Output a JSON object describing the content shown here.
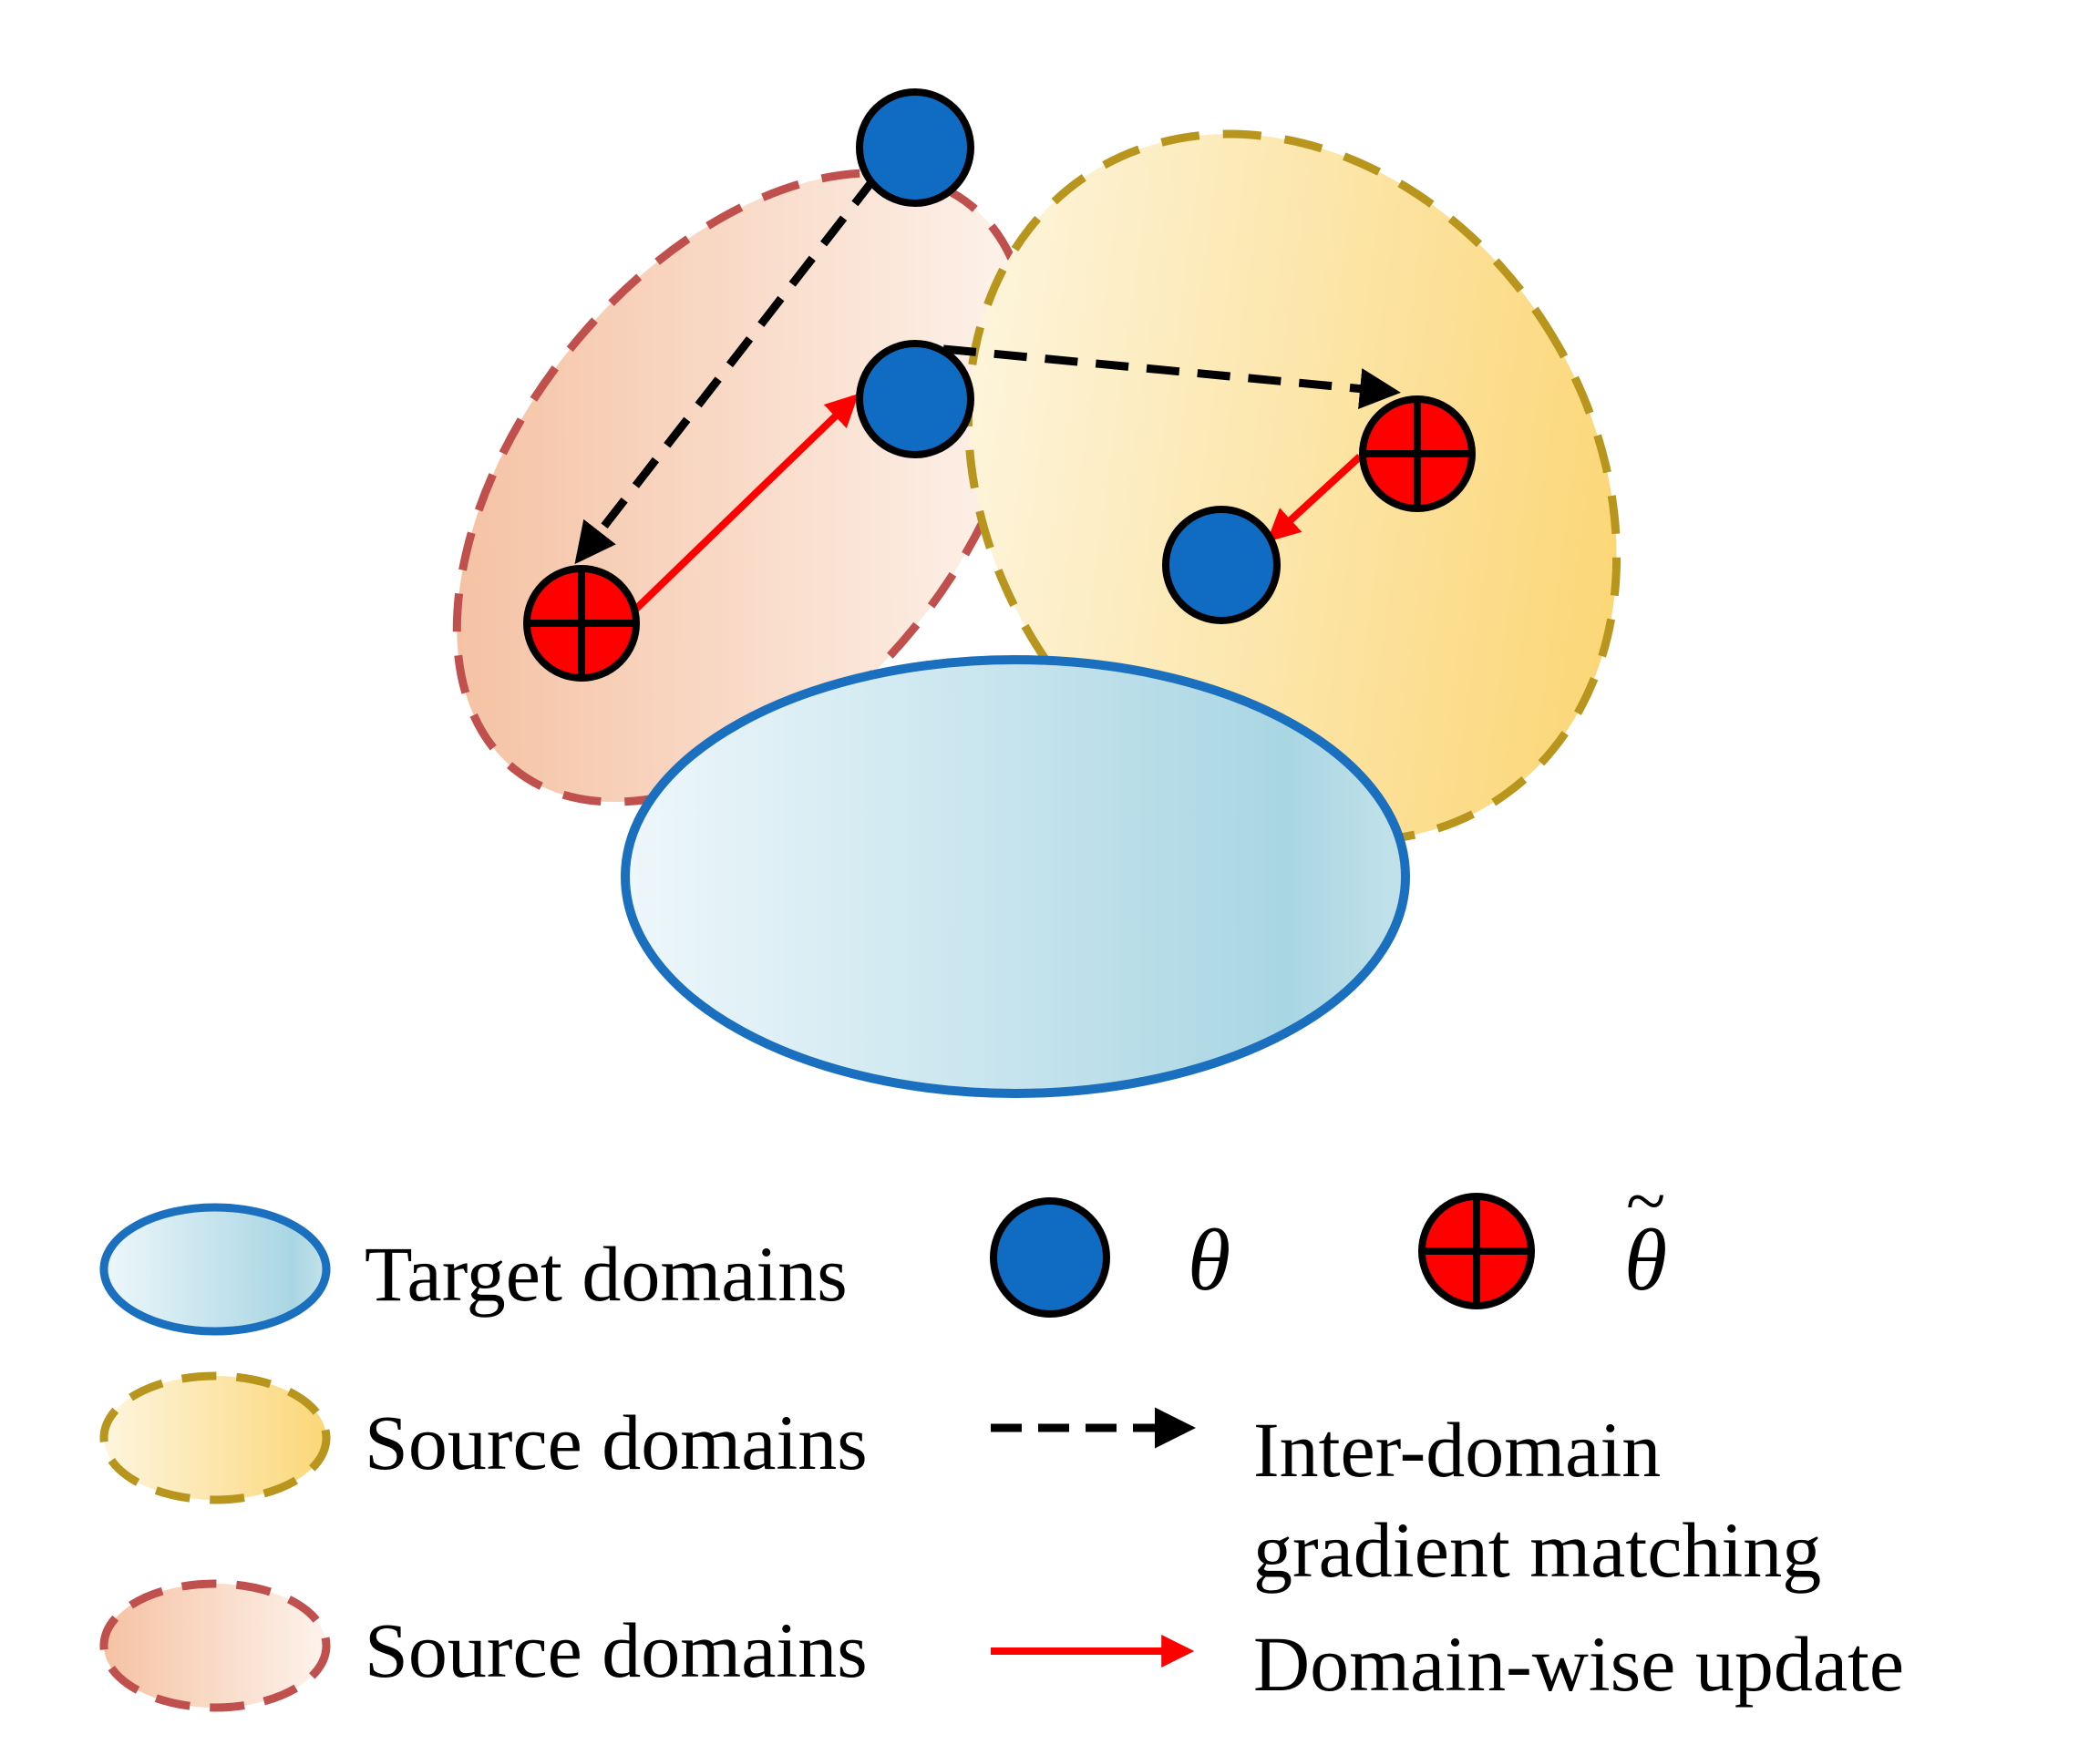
{
  "legend": {
    "target_label": "Target domains",
    "source_yellow_label": "Source domains",
    "source_red_label": "Source domains",
    "theta_symbol": "θ",
    "theta_tilde_symbol": "θ",
    "tilde_mark": "~",
    "inter_domain_line1": "Inter-domain",
    "inter_domain_line2": "gradient matching",
    "domain_wise_label": "Domain-wise update"
  },
  "colors": {
    "target_stroke": "#1a6fbf",
    "target_fill_light": "#eef7fb",
    "target_fill_dark": "#a9d6e3",
    "source_yellow_stroke": "#b8961e",
    "source_yellow_fill_light": "#fdf3d6",
    "source_yellow_fill_dark": "#fbd97a",
    "source_red_stroke": "#c0504d",
    "source_red_fill_light": "#fdf0e8",
    "source_red_fill_dark": "#f6c7a9",
    "theta_fill": "#0f6cc2",
    "theta_tilde_fill": "#ff0000",
    "inter_domain_arrow": "#000000",
    "domain_wise_arrow": "#ff0000"
  }
}
